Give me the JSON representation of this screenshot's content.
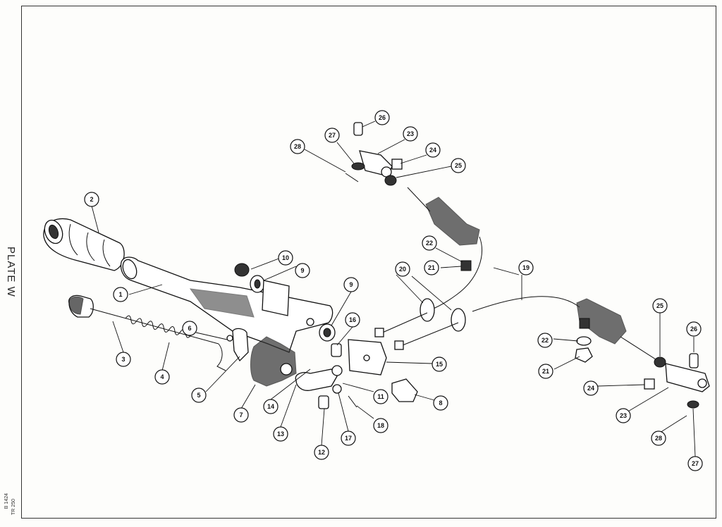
{
  "plate_title": "PLATE W",
  "margin_codes": [
    "B 1424",
    "TR 250"
  ],
  "callouts": [
    {
      "label": "1"
    },
    {
      "label": "2"
    },
    {
      "label": "3"
    },
    {
      "label": "4"
    },
    {
      "label": "5"
    },
    {
      "label": "6"
    },
    {
      "label": "7"
    },
    {
      "label": "8"
    },
    {
      "label": "9"
    },
    {
      "label": "9"
    },
    {
      "label": "10"
    },
    {
      "label": "11"
    },
    {
      "label": "12"
    },
    {
      "label": "13"
    },
    {
      "label": "14"
    },
    {
      "label": "15"
    },
    {
      "label": "16"
    },
    {
      "label": "17"
    },
    {
      "label": "18"
    },
    {
      "label": "19"
    },
    {
      "label": "20"
    },
    {
      "label": "21"
    },
    {
      "label": "21"
    },
    {
      "label": "22"
    },
    {
      "label": "22"
    },
    {
      "label": "23"
    },
    {
      "label": "23"
    },
    {
      "label": "24"
    },
    {
      "label": "24"
    },
    {
      "label": "25"
    },
    {
      "label": "25"
    },
    {
      "label": "26"
    },
    {
      "label": "26"
    },
    {
      "label": "27"
    },
    {
      "label": "27"
    },
    {
      "label": "28"
    },
    {
      "label": "28"
    }
  ]
}
